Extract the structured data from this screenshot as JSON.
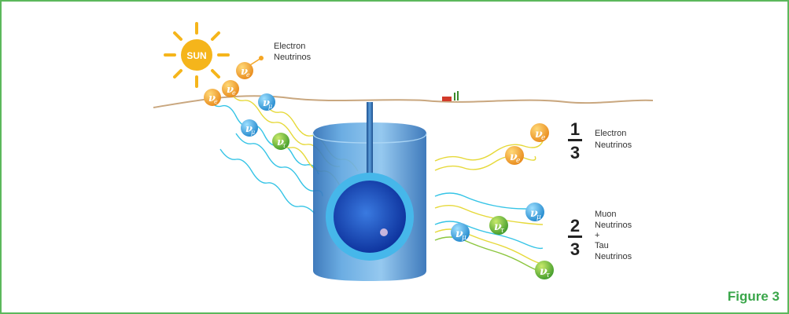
{
  "sun": {
    "label": "SUN"
  },
  "callout": {
    "line1": "Electron",
    "line2": "Neutrinos"
  },
  "fraction_electron": {
    "numerator": "1",
    "denominator": "3",
    "line1": "Electron",
    "line2": "Neutrinos"
  },
  "fraction_muon_tau": {
    "numerator": "2",
    "denominator": "3",
    "line1": "Muon",
    "line2": "Neutrinos",
    "line3": "+",
    "line4": "Tau",
    "line5": "Neutrinos"
  },
  "particles": {
    "electron": {
      "symbol": "ν",
      "subscript": "e"
    },
    "muon": {
      "symbol": "ν",
      "subscript": "μ"
    },
    "tau": {
      "symbol": "ν",
      "subscript": "τ"
    }
  },
  "colors": {
    "frame": "#5cb85c",
    "sun": "#f5b51b",
    "ground": "#c9a77f",
    "electron": "#f5a623",
    "muon": "#29a8e0",
    "tau": "#8cc63f",
    "wave_yellow": "#e6d93a",
    "wave_cyan": "#35c4e6",
    "tank": "#3a84c9"
  },
  "figure_label": "Figure 3"
}
